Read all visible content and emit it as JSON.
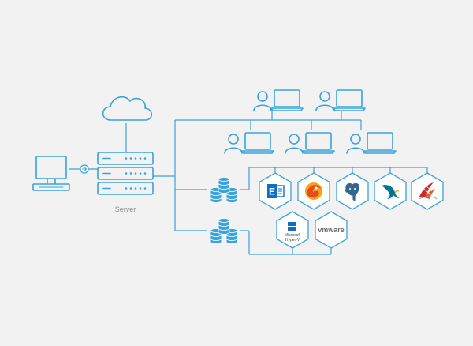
{
  "diagram": {
    "server_label": "Server",
    "hyperv_label_line1": "Microsoft",
    "hyperv_label_line2": "Hyper-V",
    "vmware_label": "vmware",
    "exchange_letter": "E",
    "colors": {
      "background": "#f2f2f2",
      "accent": "#3aa3dc",
      "exchange_blue": "#0f6fc6",
      "firebird_orange": "#f26522",
      "postgres_blue": "#336791",
      "mysql_blue": "#00758f",
      "sqlserver_red": "#cc2927",
      "vmware_gray": "#6d6e71"
    }
  }
}
